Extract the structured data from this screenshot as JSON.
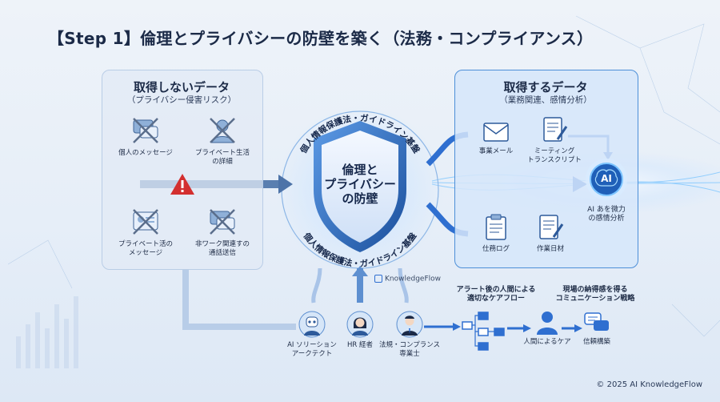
{
  "title": "【Step 1】倫理とプライバシーの防壁を築く（法務・コンプライアンス）",
  "left_panel": {
    "title": "取得しないデータ",
    "subtitle": "（プライバシー侵害リスク）",
    "items": [
      {
        "label": "個人のメッセージ",
        "icon": "crossed-chat-icon"
      },
      {
        "label": "プライベート生活\nの詳細",
        "icon": "crossed-person-icon"
      },
      {
        "label": "プライベート活の\nメッセージ",
        "icon": "crossed-profile-icon"
      },
      {
        "label": "非ワーク関連すの\n通話送信",
        "icon": "crossed-chat-icon"
      }
    ]
  },
  "shield": {
    "text": "倫理と\nプライバシー\nの防壁",
    "arc_top": "個人情報保護法・ガイドライン基盤",
    "arc_bottom": "個人情報保護法・ガイドライン基盤",
    "brand": "KnowledgeFlow"
  },
  "right_panel": {
    "title": "取得するデータ",
    "subtitle": "（業務関連、感情分析）",
    "items": [
      {
        "label": "事業メール",
        "icon": "envelope-icon"
      },
      {
        "label": "ミーティング\nトランスクリプト",
        "icon": "document-pen-icon"
      },
      {
        "label": "仕務ログ",
        "icon": "clipboard-icon"
      },
      {
        "label": "作業日材",
        "icon": "document-pen-icon"
      }
    ],
    "ai_label": "AI",
    "ai_caption": "AI あを微力\nの感情分析"
  },
  "people": [
    {
      "label": "AI ソリーション\nアークテクト",
      "icon": "robot-person-icon"
    },
    {
      "label": "HR 経者",
      "icon": "woman-person-icon"
    },
    {
      "label": "法規・コンプランス\n専業士",
      "icon": "man-suit-icon"
    }
  ],
  "care": {
    "flow_title": "アラート後の人間による\n適切なケアフロー",
    "comm_title": "現場の納得感を得る\nコミュニケーション戦略",
    "person_label": "人間によるケア",
    "trust_label": "信頼構築"
  },
  "copyright": "© 2025 AI KnowledgeFlow",
  "colors": {
    "accent": "#2f6fd0",
    "warning": "#d32f2f",
    "navy": "#1b2a47"
  }
}
